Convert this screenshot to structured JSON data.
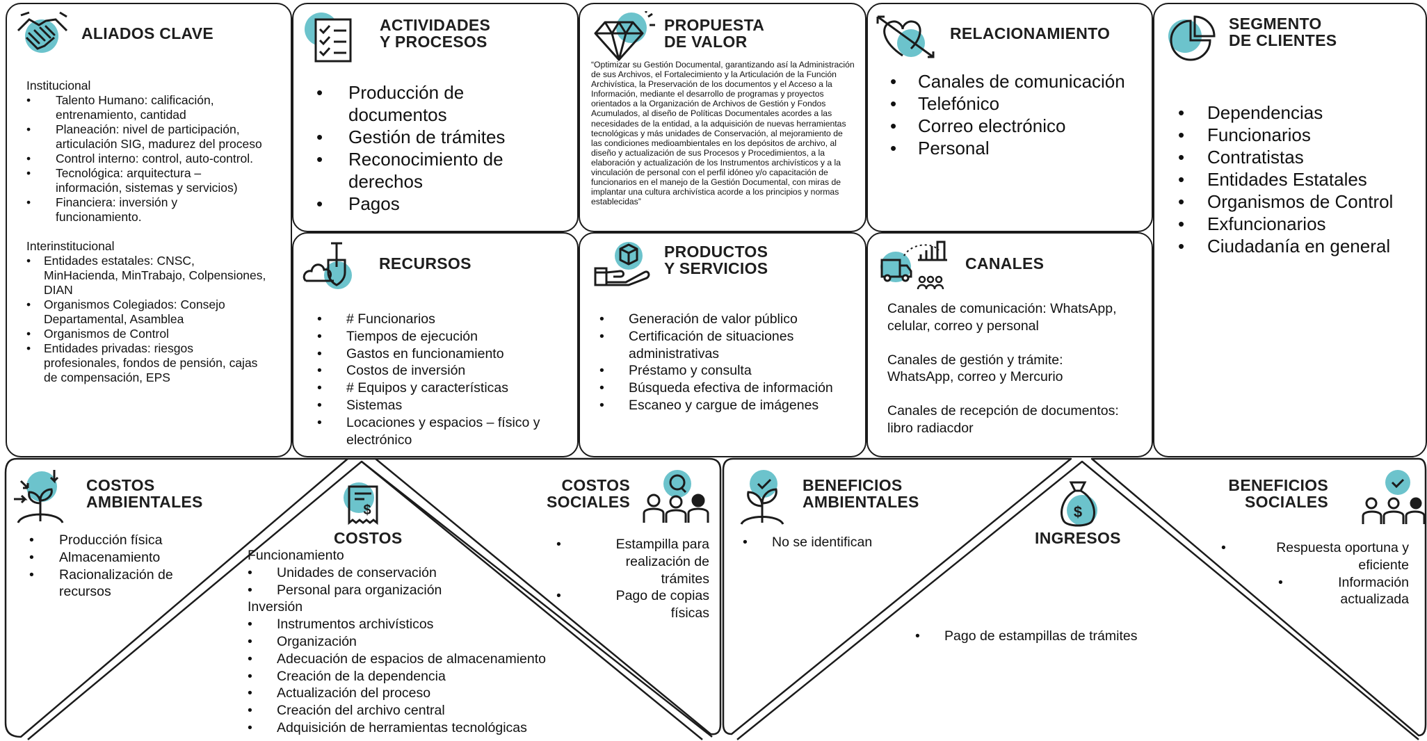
{
  "colors": {
    "accent": "#6cc3cc",
    "line": "#1b1b1b"
  },
  "aliados": {
    "title": "ALIADOS CLAVE",
    "icon": "handshake-icon",
    "section1": "Institucional",
    "items1": [
      "Talento Humano: calificación, entrenamiento, cantidad",
      "Planeación: nivel de participación, articulación SIG, madurez del proceso",
      "Control interno: control, auto-control.",
      "Tecnológica: arquitectura – información, sistemas y servicios)",
      "Financiera: inversión y funcionamiento."
    ],
    "section2": "Interinstitucional",
    "items2": [
      "Entidades estatales: CNSC, MinHacienda, MinTrabajo, Colpensiones, DIAN",
      "Organismos Colegiados: Consejo Departamental, Asamblea",
      "Organismos de Control",
      "Entidades privadas: riesgos profesionales, fondos de pensión, cajas de compensación, EPS"
    ]
  },
  "actividades": {
    "title1": "ACTIVIDADES",
    "title2": "Y PROCESOS",
    "icon": "checklist-icon",
    "items": [
      "Producción de documentos",
      "Gestión de trámites",
      "Reconocimiento de derechos",
      "Pagos"
    ]
  },
  "propuesta": {
    "title1": "PROPUESTA",
    "title2": "DE VALOR",
    "icon": "diamond-icon",
    "text": "“Optimizar su Gestión Documental, garantizando así la Administración de sus Archivos, el Fortalecimiento y la Articulación de la Función Archivística, la Preservación de los documentos y el Acceso a la Información, mediante el desarrollo de programas y proyectos orientados a la Organización de Archivos de Gestión y Fondos Acumulados, al diseño de Políticas Documentales acordes a las necesidades de la entidad, a la adquisición de nuevas herramientas tecnológicas y más unidades de Conservación, al mejoramiento de las condiciones medioambientales en los depósitos de archivo, al diseño y actualización de sus Procesos y Procedimientos, a la elaboración y actualización de los Instrumentos archivísticos y a la vinculación de personal con el perfil idóneo y/o capacitación de funcionarios en el manejo de la Gestión Documental, con miras de implantar una cultura archivística acorde a los principios y normas establecidas”"
  },
  "relacionamiento": {
    "title": "RELACIONAMIENTO",
    "icon": "heart-arrow-icon",
    "items": [
      "Canales de comunicación",
      "Telefónico",
      "Correo electrónico",
      "Personal"
    ]
  },
  "segmento": {
    "title1": "SEGMENTO",
    "title2": "DE CLIENTES",
    "icon": "pie-chart-icon",
    "items": [
      "Dependencias",
      "Funcionarios",
      "Contratistas",
      "Entidades Estatales",
      "Organismos de Control",
      "Exfuncionarios",
      "Ciudadanía en general"
    ]
  },
  "recursos": {
    "title": "RECURSOS",
    "icon": "shield-shovel-icon",
    "items": [
      "# Funcionarios",
      "Tiempos de ejecución",
      "Gastos en funcionamiento",
      "Costos de inversión",
      "# Equipos y características",
      "Sistemas",
      "Locaciones y espacios – físico y electrónico"
    ]
  },
  "productos": {
    "title1": "PRODUCTOS",
    "title2": "Y SERVICIOS",
    "icon": "hand-box-icon",
    "items": [
      "Generación de valor público",
      "Certificación de situaciones administrativas",
      "Préstamo y consulta",
      "Búsqueda efectiva de información",
      "Escaneo y cargue de imágenes"
    ]
  },
  "canales": {
    "title": "CANALES",
    "icon": "delivery-truck-icon",
    "p1": "Canales de comunicación: WhatsApp, celular, correo y personal",
    "p2": "Canales de gestión y trámite: WhatsApp, correo y Mercurio",
    "p3": "Canales de recepción de documentos: libro radiacdor"
  },
  "costos_amb": {
    "title1": "COSTOS",
    "title2": "AMBIENTALES",
    "icon": "plant-arrows-icon",
    "items": [
      "Producción física",
      "Almacenamiento",
      "Racionalización de recursos"
    ]
  },
  "costos": {
    "title": "COSTOS",
    "icon": "receipt-icon",
    "section1": "Funcionamiento",
    "items1": [
      "Unidades de conservación",
      "Personal para organización"
    ],
    "section2": "Inversión",
    "items2": [
      "Instrumentos archivísticos",
      "Organización",
      "Adecuación de espacios de almacenamiento",
      "Creación de la dependencia",
      "Actualización del proceso",
      "Creación del archivo central",
      "Adquisición de herramientas tecnológicas"
    ]
  },
  "costos_soc": {
    "title1": "COSTOS",
    "title2": "SOCIALES",
    "icon": "people-search-icon",
    "items": [
      "Estampilla para realización de trámites",
      "Pago de copias físicas"
    ]
  },
  "beneficios_amb": {
    "title1": "BENEFICIOS",
    "title2": "AMBIENTALES",
    "icon": "plant-check-icon",
    "items": [
      "No se identifican"
    ]
  },
  "ingresos": {
    "title": "INGRESOS",
    "icon": "money-bag-icon",
    "items": [
      "Pago de estampillas de trámites"
    ]
  },
  "beneficios_soc": {
    "title1": "BENEFICIOS",
    "title2": "SOCIALES",
    "icon": "people-check-icon",
    "items": [
      "Respuesta oportuna y eficiente",
      "Información actualizada"
    ]
  }
}
